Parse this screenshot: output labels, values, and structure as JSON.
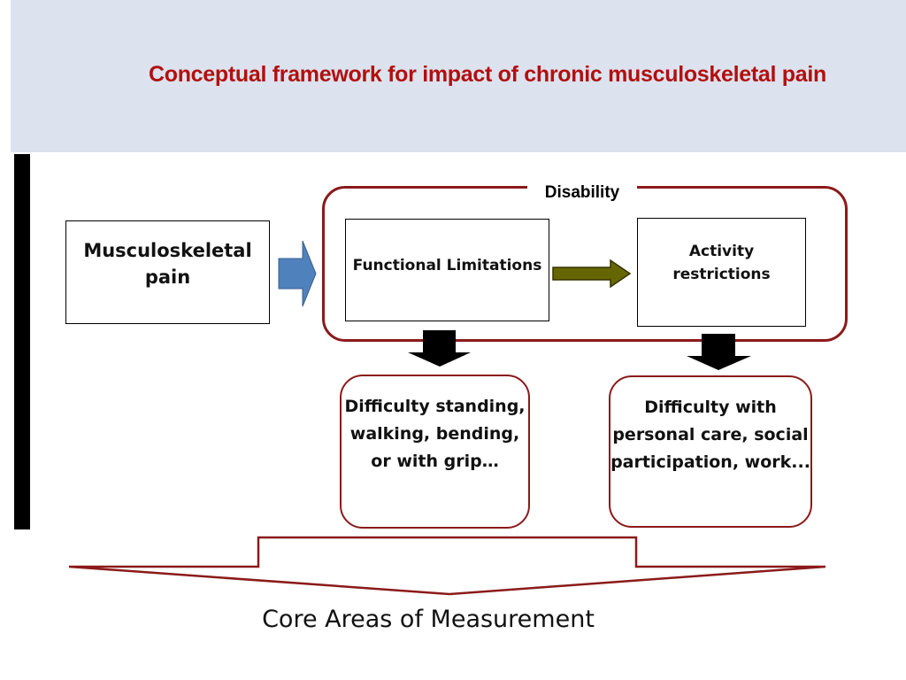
{
  "title": "Conceptual framework for impact of chronic musculoskeletal pain",
  "diagram": {
    "musculoskeletal_box": "Musculoskeletal pain",
    "disability_label": "Disability",
    "functional_box": "Functional Limitations",
    "activity_box": "Activity restrictions",
    "functional_detail": "Difficulty standing, walking, bending, or with grip…",
    "activity_detail": "Difficulty with personal care, social participation, work...",
    "core_areas": "Core Areas of Measurement"
  },
  "colors": {
    "title": "#b30f0f",
    "frame": "#8b1a1a",
    "header_band": "#dce3ee",
    "blue_arrow": "#4f81bd",
    "olive_arrow": "#666600"
  }
}
